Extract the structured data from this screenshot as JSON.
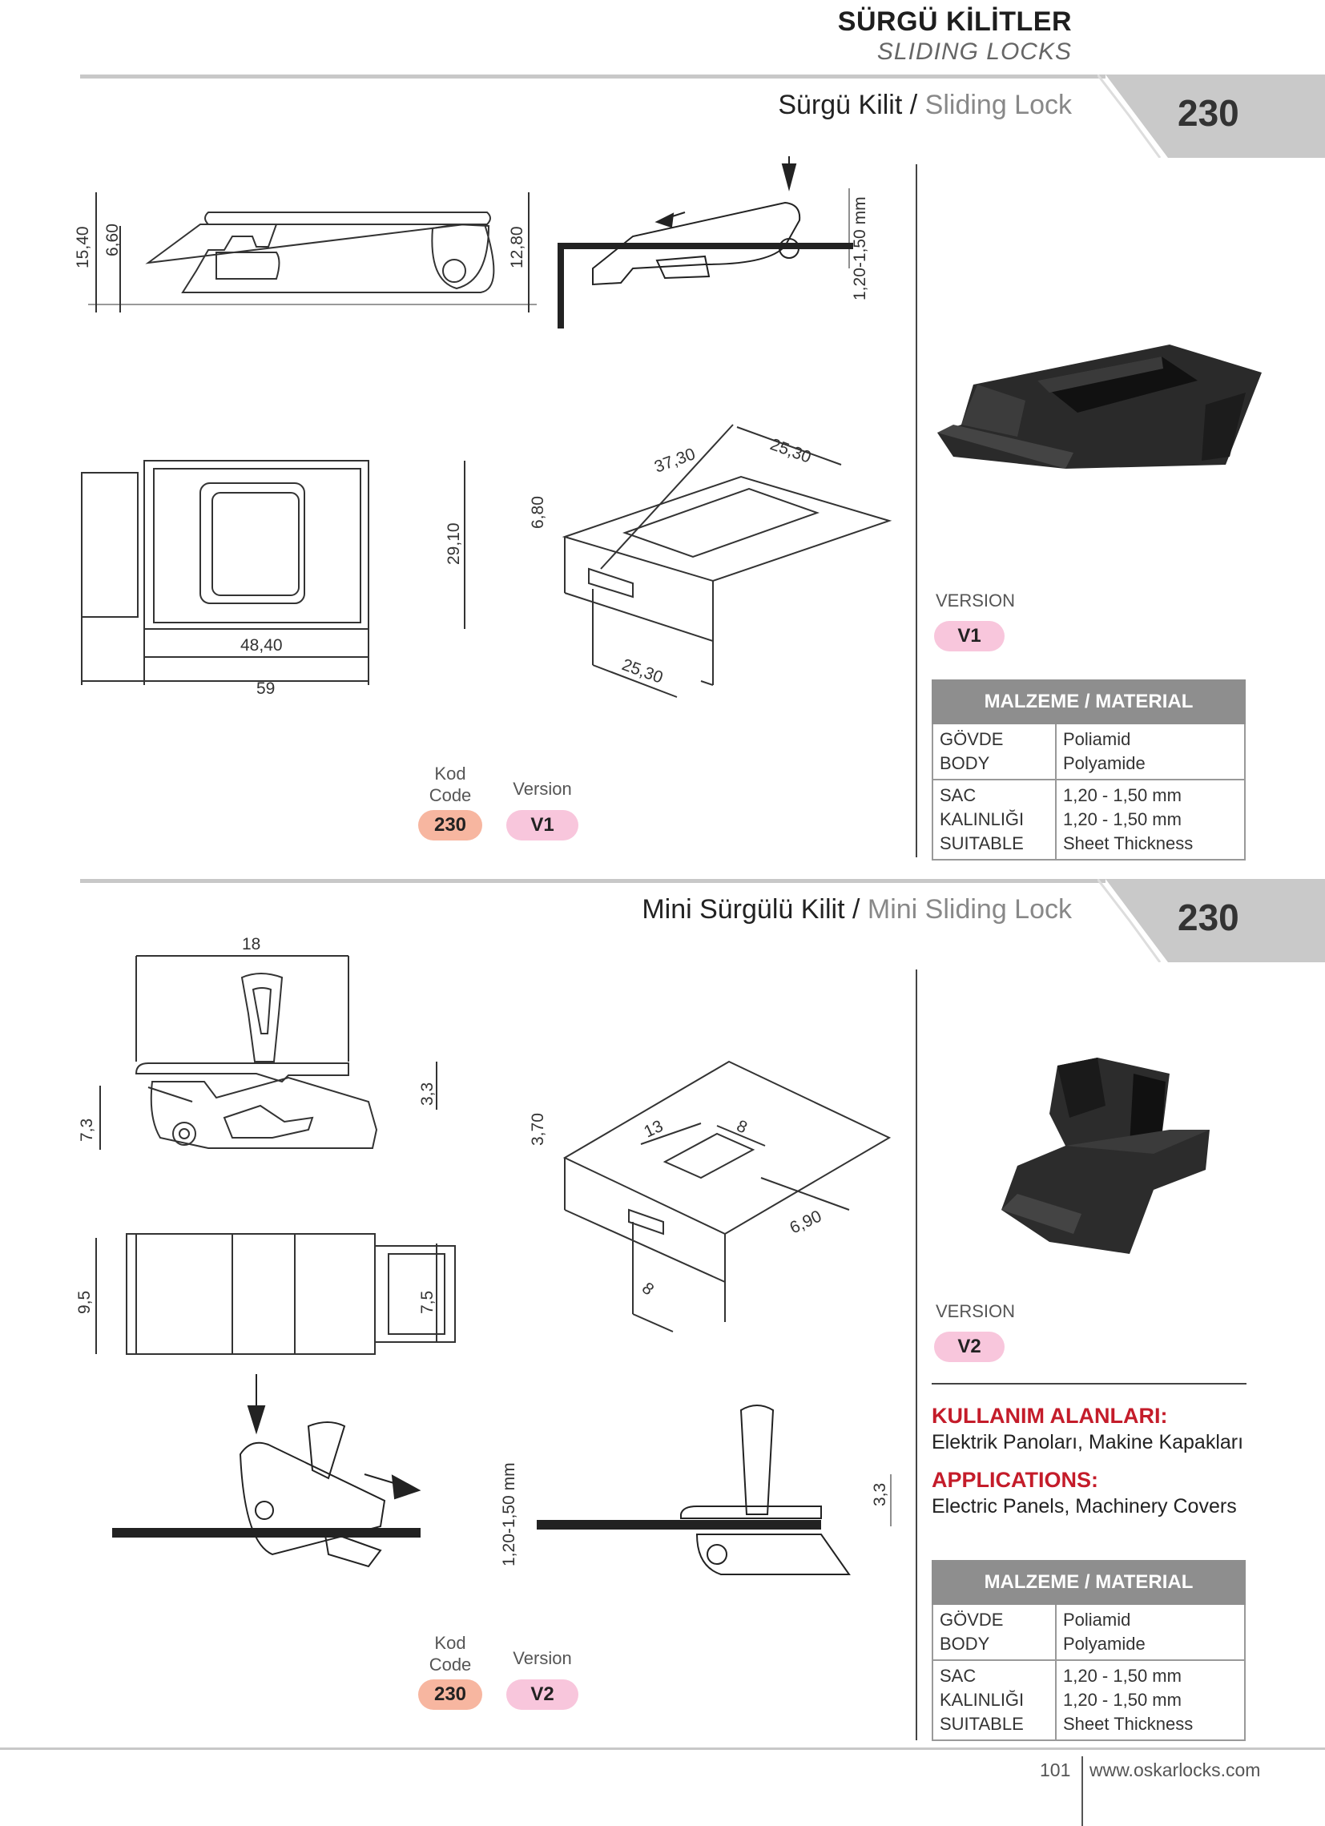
{
  "header": {
    "title": "SÜRGÜ KİLİTLER",
    "subtitle": "SLIDING LOCKS"
  },
  "sections": [
    {
      "title_tr": "Sürgü Kilit /",
      "title_en": "Sliding Lock",
      "number": "230",
      "drawing_dims": {
        "side_height": "15,40",
        "side_inner": "6,60",
        "side_right": "12,80",
        "thickness": "1,20-1,50 mm",
        "front_height": "29,10",
        "front_inner_width": "48,40",
        "front_width": "59",
        "cut_top1": "37,30",
        "cut_top2": "25,30",
        "cut_side": "6,80",
        "cut_bottom": "25,30"
      },
      "version_label": "VERSION",
      "version": "V1",
      "code_label_tr": "Kod",
      "code_label_en": "Code",
      "code": "230",
      "version_label2": "Version",
      "material": {
        "header": "MALZEME / MATERIAL",
        "body_k1": "GÖVDE",
        "body_k2": "BODY",
        "body_v1": "Poliamid",
        "body_v2": "Polyamide",
        "sheet_k1": "SAC KALINLIĞI",
        "sheet_k2": "SUITABLE",
        "sheet_v1": "1,20 - 1,50 mm",
        "sheet_v2": "1,20 - 1,50 mm",
        "sheet_v3": "Sheet Thickness"
      }
    },
    {
      "title_tr": "Mini Sürgülü Kilit /",
      "title_en": "Mini Sliding Lock",
      "number": "230",
      "drawing_dims": {
        "top_width": "18",
        "left_height": "7,3",
        "right_height": "3,3",
        "front_left": "9,5",
        "front_right": "7,5",
        "cut_side": "3,70",
        "cut_top1": "13",
        "cut_top2": "8",
        "cut_right": "6,90",
        "cut_bottom": "8",
        "thickness": "1,20-1,50 mm",
        "install_right": "3,3"
      },
      "version_label": "VERSION",
      "version": "V2",
      "applications": {
        "h1": "KULLANIM ALANLARI:",
        "t1": "Elektrik Panoları, Makine Kapakları",
        "h2": "APPLICATIONS:",
        "t2": "Electric Panels, Machinery Covers"
      },
      "code_label_tr": "Kod",
      "code_label_en": "Code",
      "code": "230",
      "version_label2": "Version",
      "material": {
        "header": "MALZEME / MATERIAL",
        "body_k1": "GÖVDE",
        "body_k2": "BODY",
        "body_v1": "Poliamid",
        "body_v2": "Polyamide",
        "sheet_k1": "SAC KALINLIĞI",
        "sheet_k2": "SUITABLE",
        "sheet_v1": "1,20 - 1,50 mm",
        "sheet_v2": "1,20 - 1,50 mm",
        "sheet_v3": "Sheet Thickness"
      }
    }
  ],
  "footer": {
    "page": "101",
    "url": "www.oskarlocks.com"
  }
}
